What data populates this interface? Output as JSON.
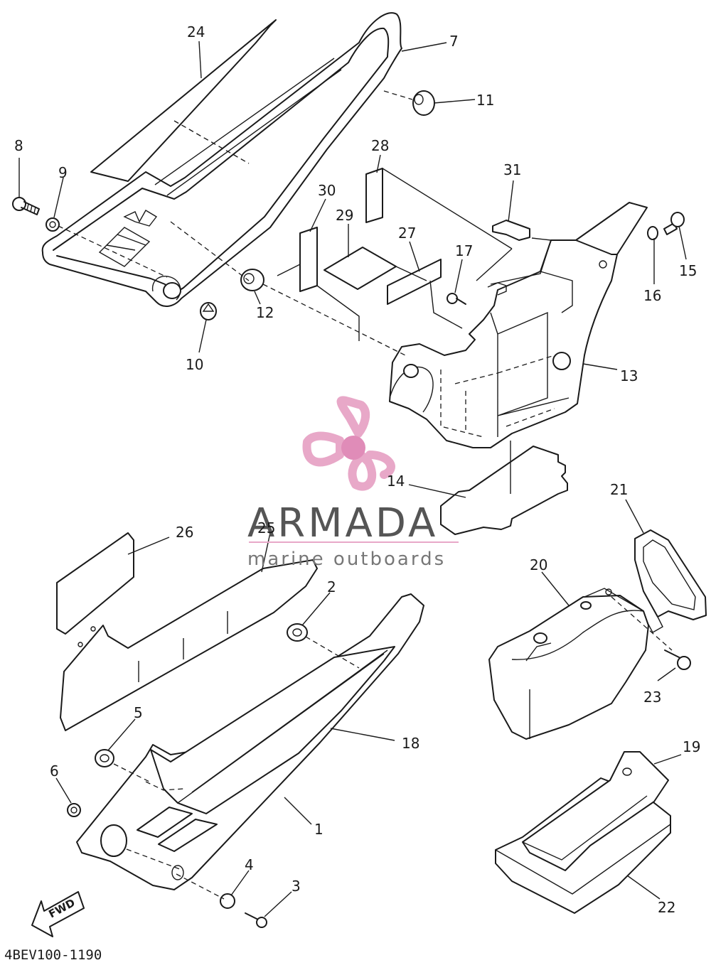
{
  "diagram": {
    "part_code": "4BEV100-1190",
    "direction_arrow": "FWD",
    "callouts": [
      "1",
      "2",
      "3",
      "4",
      "5",
      "6",
      "7",
      "8",
      "9",
      "10",
      "11",
      "12",
      "13",
      "14",
      "15",
      "16",
      "17",
      "18",
      "19",
      "20",
      "21",
      "22",
      "23",
      "24",
      "25",
      "26",
      "27",
      "28",
      "29",
      "30",
      "31"
    ]
  },
  "watermark": {
    "brand": "ARMADA",
    "tagline": "marine outboards",
    "logo_icon": "propeller-icon",
    "colors": {
      "logo": "#e8a8c8",
      "logo_hub": "#e08cb8",
      "brand_text": "#555555",
      "line": "#e8a8c8"
    }
  },
  "colors": {
    "line": "#1a1a1a",
    "background": "#ffffff"
  }
}
